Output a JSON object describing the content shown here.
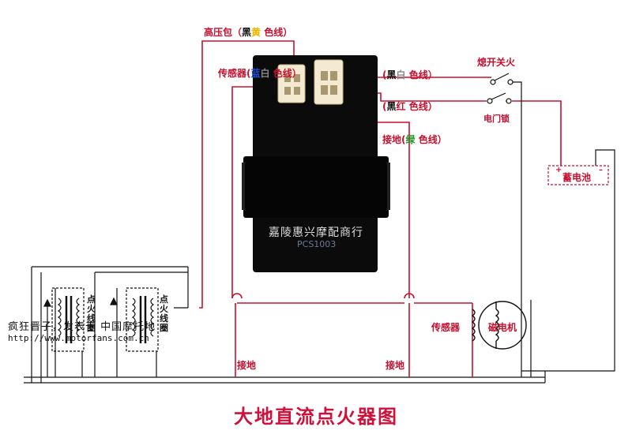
{
  "title": "大地直流点火器图",
  "labels": {
    "hv_coil": {
      "prefix": "高压包（",
      "black": "黑",
      "yellow": "黄",
      "suffix": " 色线）"
    },
    "sensor_wire": {
      "prefix": "传感器(",
      "blue": "蓝",
      "white": "白",
      "suffix": " 色线）"
    },
    "black_white": {
      "prefix": "(",
      "black": "黑",
      "white": "白",
      "suffix": " 色线）"
    },
    "black_red": {
      "prefix": "(",
      "black": "黑",
      "red": "红",
      "suffix": " 色线）"
    },
    "ground_green": {
      "prefix": "接地(",
      "green": "绿",
      "suffix": " 色线）"
    },
    "kill_switch": "熄开关火",
    "ignition_lock": "电门锁",
    "battery": "蓄电池",
    "battery_plus": "+",
    "battery_minus": "–",
    "sensor": "传感器",
    "magneto": "磁电机",
    "ground_1": "接地",
    "ground_2": "接地",
    "coil_1": "点火线圈",
    "coil_2": "点火线圈"
  },
  "module": {
    "brand_text": "嘉陵惠兴摩配商行",
    "model_text": "PCS1003"
  },
  "watermark": {
    "line1": "疯狂晋子，发表于 中国摩托地",
    "line2": "http://www.motorfans.com.cn"
  },
  "colors": {
    "wire": "#c8102e",
    "ground_wire": "#111111",
    "title": "#d0103a",
    "module_body": "#0b0b0b",
    "connector": "#f4ead2"
  }
}
